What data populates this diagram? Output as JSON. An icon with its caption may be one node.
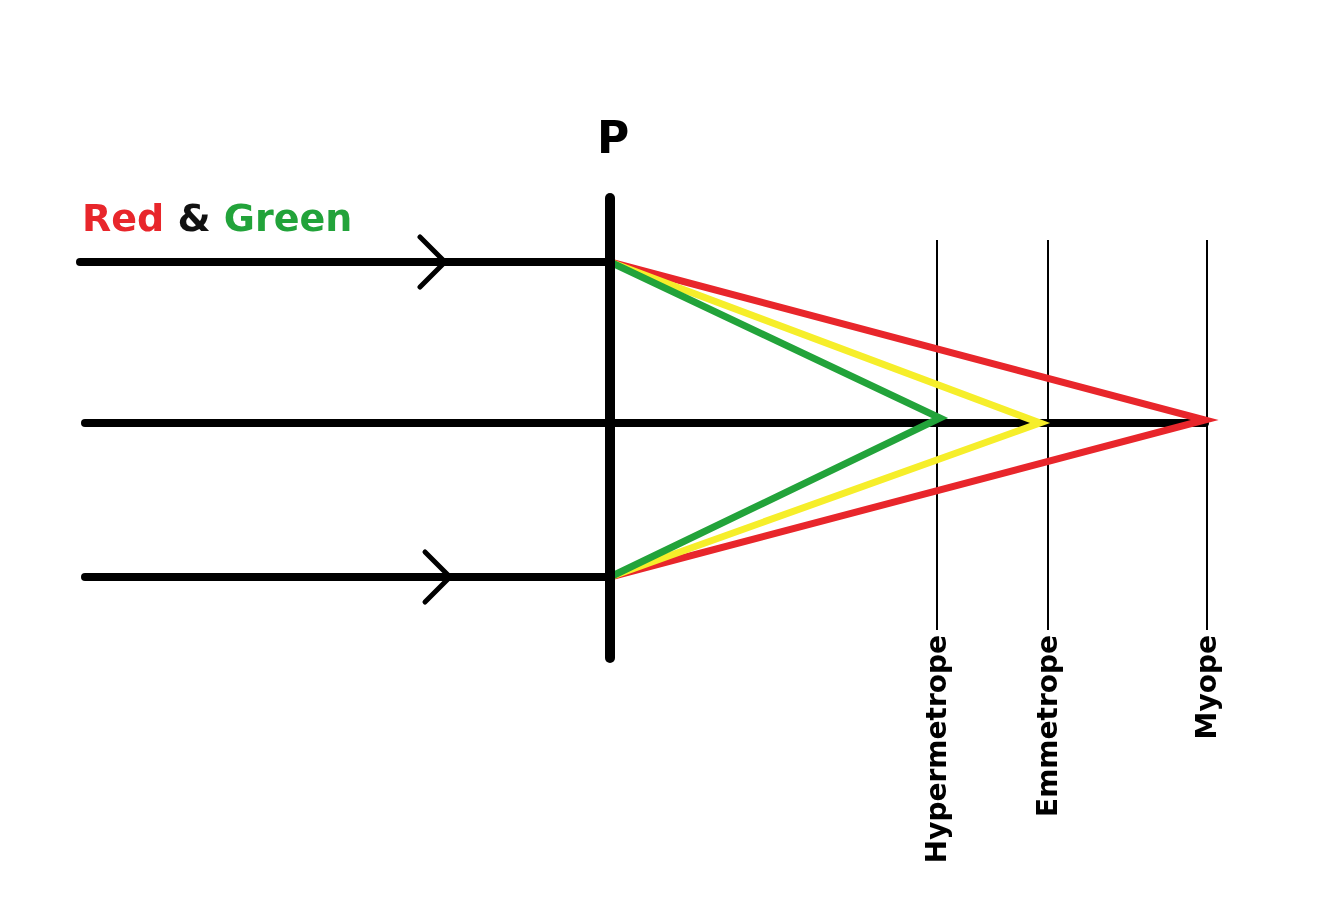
{
  "diagram": {
    "labels": [
      "P",
      "Red & Green",
      "Hypermetrope",
      "Emmetrope",
      "Myope"
    ]
  }
}
